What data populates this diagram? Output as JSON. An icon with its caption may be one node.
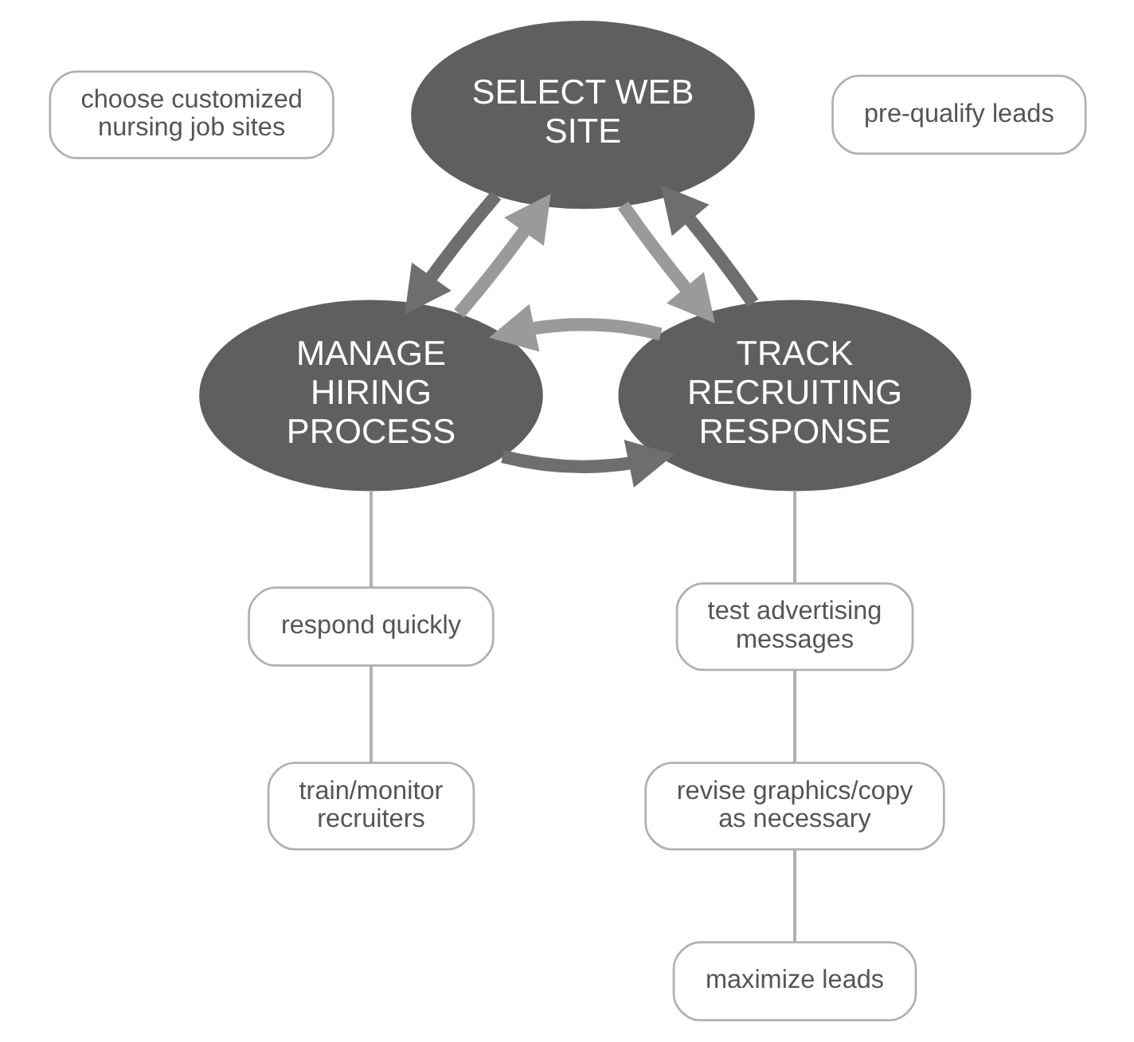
{
  "diagram": {
    "nodes": [
      {
        "text": [
          "SELECT WEB SITE"
        ]
      },
      {
        "text": [
          "choose customized nursing job sites"
        ]
      },
      {
        "text": [
          "pre-qualify leads"
        ]
      },
      {
        "text": [
          "MANAGE HIRING PROCESS"
        ]
      },
      {
        "text": [
          "TRACK RECRUITING RESPONSE"
        ]
      },
      {
        "text": [
          "respond quickly"
        ]
      },
      {
        "text": [
          "train/monitor recruiters"
        ]
      },
      {
        "text": [
          "test advertising messages"
        ]
      },
      {
        "text": [
          "revise graphics/copy as necessary"
        ]
      },
      {
        "text": [
          "maximize leads"
        ]
      }
    ],
    "edges": [
      {
        "from": 3,
        "to": 0,
        "arrow": "to",
        "color": "#9a9a9a"
      },
      {
        "from": 0,
        "to": 3,
        "arrow": "to",
        "color": "#6e6e6e"
      },
      {
        "from": 0,
        "to": 4,
        "arrow": "to",
        "color": "#9a9a9a"
      },
      {
        "from": 4,
        "to": 0,
        "arrow": "to",
        "color": "#6e6e6e"
      },
      {
        "from": 3,
        "to": 4,
        "arrow": "to",
        "color": "#6e6e6e"
      },
      {
        "from": 4,
        "to": 3,
        "arrow": "to",
        "color": "#9a9a9a"
      },
      {
        "from": 3,
        "to": 5,
        "arrow": "none"
      },
      {
        "from": 5,
        "to": 6,
        "arrow": "none"
      },
      {
        "from": 4,
        "to": 7,
        "arrow": "none"
      },
      {
        "from": 7,
        "to": 8,
        "arrow": "none"
      },
      {
        "from": 8,
        "to": 9,
        "arrow": "none"
      }
    ]
  }
}
